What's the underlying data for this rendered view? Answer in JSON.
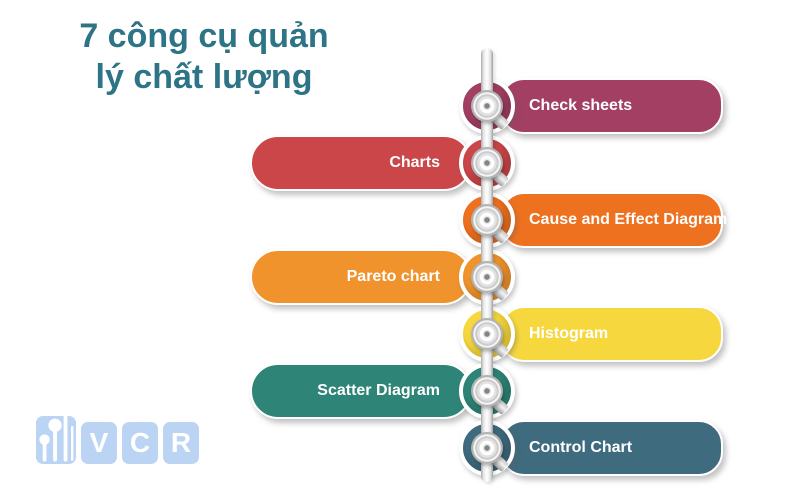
{
  "title": {
    "line1": "7 công cụ quản",
    "line2": "lý chất lượng",
    "color": "#2d7486"
  },
  "timeline": {
    "node_icon": "pin-icon",
    "label_color": "#ffffff",
    "spine_colors": [
      "#ababab",
      "#ffffff",
      "#9f9f9f"
    ],
    "items": [
      {
        "label": "Check sheets",
        "side": "right",
        "color": "#a23f63"
      },
      {
        "label": "Charts",
        "side": "left",
        "color": "#cb4649"
      },
      {
        "label": "Cause and Effect Diagram",
        "side": "right",
        "color": "#ee7120"
      },
      {
        "label": "Pareto chart",
        "side": "left",
        "color": "#f0932c"
      },
      {
        "label": "Histogram",
        "side": "right",
        "color": "#f6d83e"
      },
      {
        "label": "Scatter Diagram",
        "side": "left",
        "color": "#2e8577"
      },
      {
        "label": "Control Chart",
        "side": "right",
        "color": "#3f6b7e"
      }
    ]
  },
  "logo": {
    "letters": [
      "V",
      "C",
      "R"
    ],
    "tile_color": "#bcd4f4",
    "letter_color": "#ffffff",
    "icon": "cleanroom-pins-icon"
  }
}
